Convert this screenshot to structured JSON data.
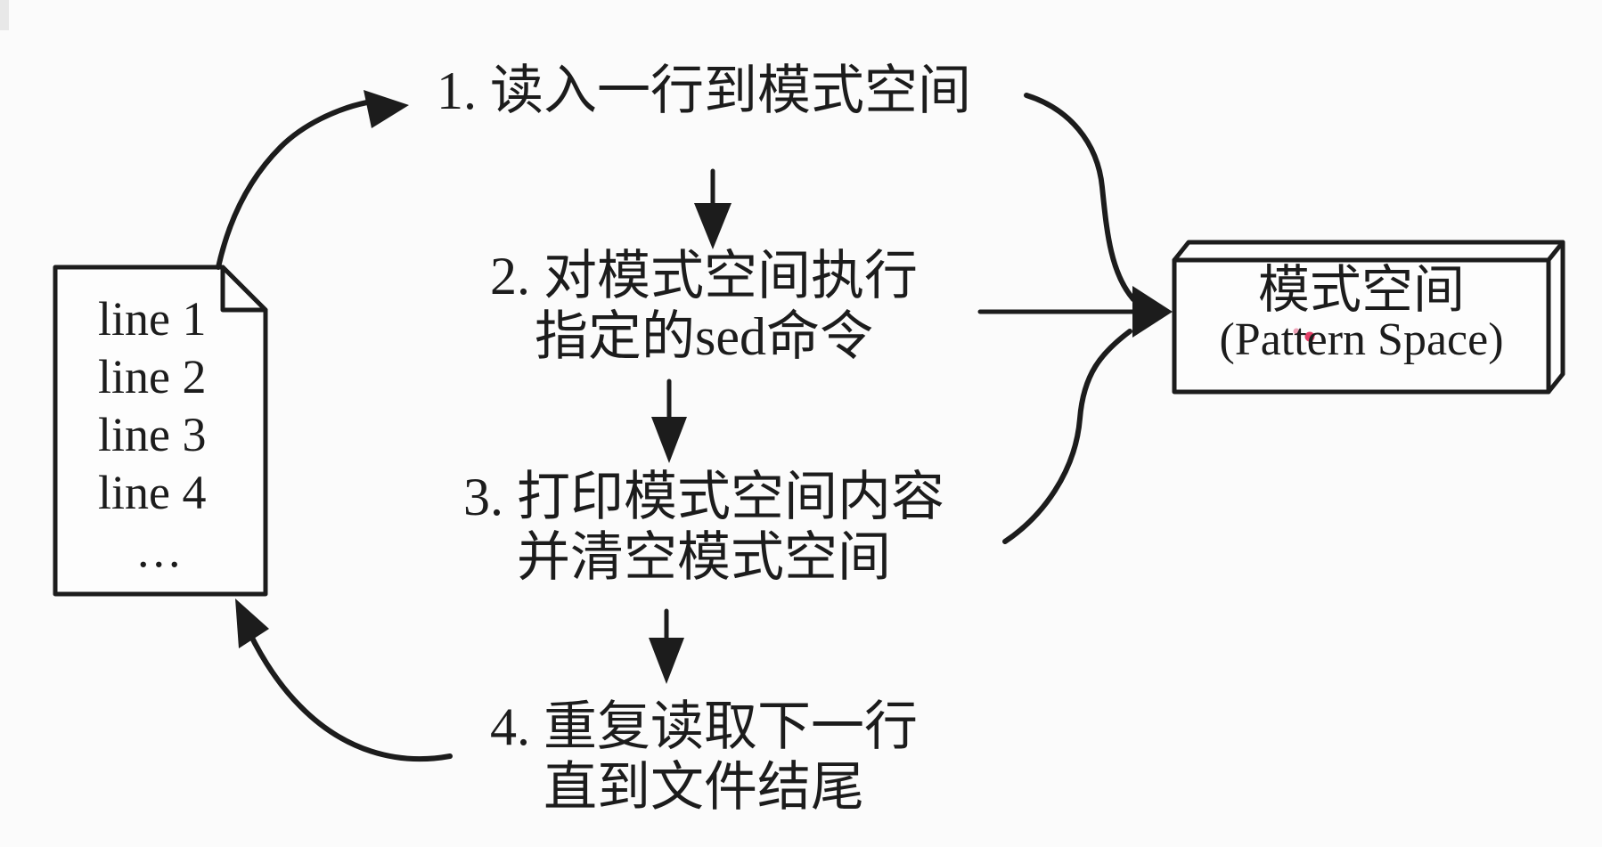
{
  "file": {
    "lines": [
      "line 1",
      "line 2",
      "line 3",
      "line 4",
      "..."
    ]
  },
  "steps": [
    {
      "text": "1. 读入一行到模式空间",
      "text2": ""
    },
    {
      "text": "2. 对模式空间执行",
      "text2": "指定的sed命令"
    },
    {
      "text": "3. 打印模式空间内容",
      "text2": "并清空模式空间"
    },
    {
      "text": "4. 重复读取下一行",
      "text2": "直到文件结尾"
    }
  ],
  "pattern_space": {
    "title": "模式空间",
    "subtitle": "(Pattern Space)"
  },
  "colors": {
    "ink": "#1c1c1c",
    "background": "#fbfbfb",
    "shape_fill": "#fdfdfd",
    "laser_dot": "#e02a56"
  }
}
